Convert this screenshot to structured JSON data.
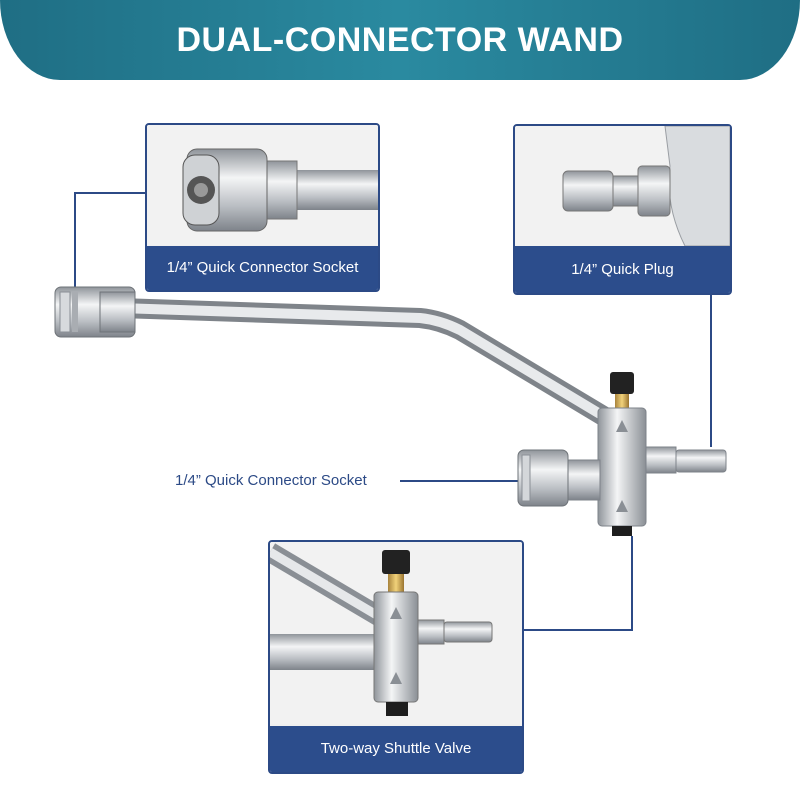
{
  "header": {
    "title": "DUAL-CONNECTOR WAND"
  },
  "callouts": {
    "socket_top": {
      "label": "1/4” Quick Connector Socket"
    },
    "plug": {
      "label": "1/4” Quick Plug"
    },
    "valve": {
      "label": "Two-way Shuttle Valve"
    }
  },
  "side_label": "1/4” Quick Connector Socket",
  "colors": {
    "banner": "#2a8aa0",
    "label_bg": "#2c4d8c",
    "lines": "#2c4a86",
    "metal": "#c9ccd0"
  }
}
